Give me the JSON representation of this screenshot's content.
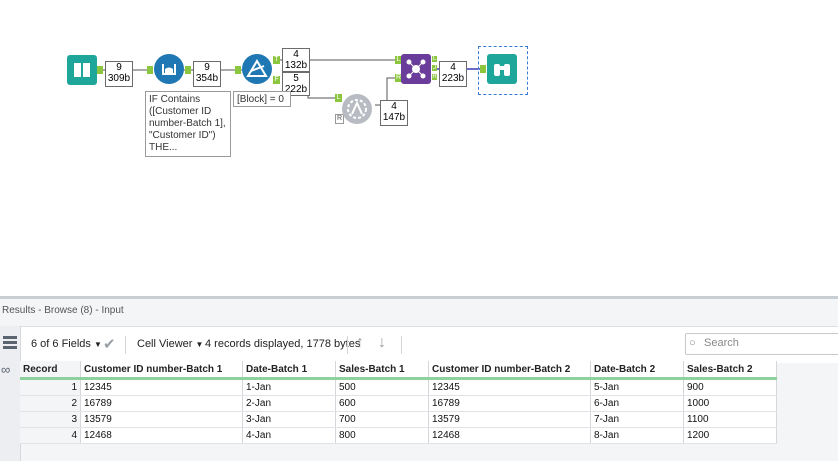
{
  "workflow": {
    "input_badge": {
      "count": "9",
      "size": "309b"
    },
    "formula_badge": {
      "count": "9",
      "size": "354b"
    },
    "filter_true_badge": {
      "count": "4",
      "size": "132b"
    },
    "filter_false_badge": {
      "count": "5",
      "size": "222b"
    },
    "join_badge": {
      "count": "4",
      "size": "223b"
    },
    "append_badge": {
      "count": "4",
      "size": "147b"
    },
    "formula_annotation": "IF Contains ([Customer ID number-Batch 1], \"Customer ID\") THE...",
    "filter_annotation": "[Block] = 0",
    "anchors": {
      "t": "T",
      "f": "F",
      "l": "L",
      "r": "R",
      "j": "J"
    }
  },
  "results": {
    "title": "Results - Browse (8) - Input",
    "fields_label": "6 of 6 Fields",
    "viewer_label": "Cell Viewer",
    "records_info": "4 records displayed, 1778 bytes",
    "search_placeholder": "Search",
    "columns": [
      "Record",
      "Customer ID number-Batch 1",
      "Date-Batch 1",
      "Sales-Batch 1",
      "Customer ID number-Batch 2",
      "Date-Batch 2",
      "Sales-Batch 2"
    ],
    "rows": [
      [
        "1",
        "12345",
        "1-Jan",
        "500",
        "12345",
        "5-Jan",
        "900"
      ],
      [
        "2",
        "16789",
        "2-Jan",
        "600",
        "16789",
        "6-Jan",
        "1000"
      ],
      [
        "3",
        "13579",
        "3-Jan",
        "700",
        "13579",
        "7-Jan",
        "1100"
      ],
      [
        "4",
        "12468",
        "4-Jan",
        "800",
        "12468",
        "8-Jan",
        "1200"
      ]
    ]
  },
  "colors": {
    "accent_green": "#8cc63f",
    "input_teal": "#1ea69a",
    "formula_blue": "#1f78b4",
    "join_purple": "#6a3d9a",
    "header_underline": "#8fd19e"
  }
}
